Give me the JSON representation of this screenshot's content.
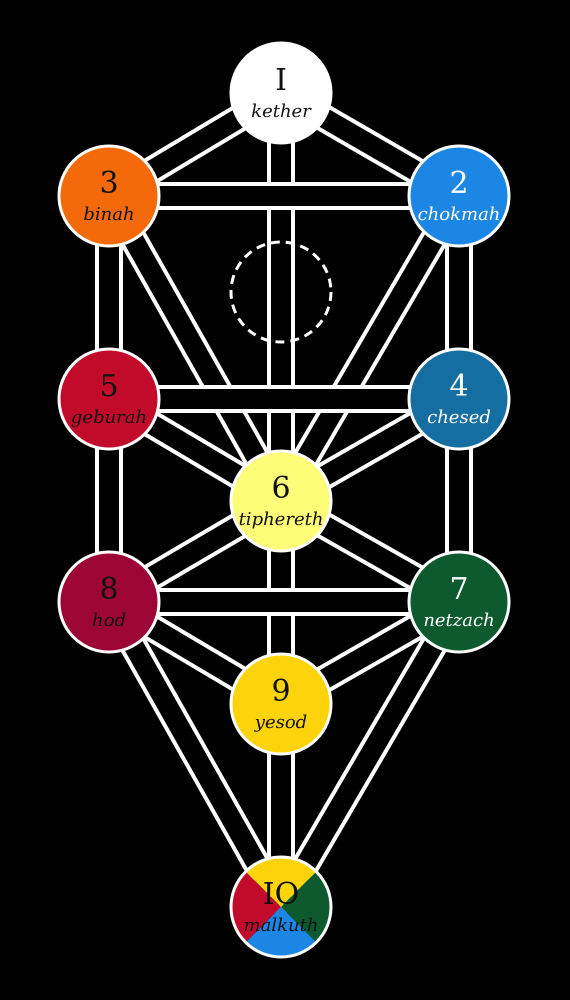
{
  "colors": {
    "background": "#000000",
    "path_stroke": "#ffffff",
    "kether": "#ffffff",
    "chokmah": "#1b86e3",
    "binah": "#f46a0a",
    "chesed": "#156ea1",
    "geburah": "#c20b2b",
    "tiphereth": "#fdfd78",
    "netzach": "#0c5a2e",
    "hod": "#9c0536",
    "yesod": "#fdd40c",
    "malkuth_citrine": "#fdd40c",
    "malkuth_olive": "#0c5a2e",
    "malkuth_russet": "#c20b2b",
    "malkuth_black": "#1b86e3"
  },
  "sephiroth": {
    "kether": {
      "number": "I",
      "name": "kether",
      "text_color": "#111111"
    },
    "chokmah": {
      "number": "2",
      "name": "chokmah",
      "text_color": "#ffffff"
    },
    "binah": {
      "number": "3",
      "name": "binah",
      "text_color": "#111111"
    },
    "chesed": {
      "number": "4",
      "name": "chesed",
      "text_color": "#ffffff"
    },
    "geburah": {
      "number": "5",
      "name": "geburah",
      "text_color": "#111111"
    },
    "tiphereth": {
      "number": "6",
      "name": "tiphereth",
      "text_color": "#111111"
    },
    "netzach": {
      "number": "7",
      "name": "netzach",
      "text_color": "#ffffff"
    },
    "hod": {
      "number": "8",
      "name": "hod",
      "text_color": "#111111"
    },
    "yesod": {
      "number": "9",
      "name": "yesod",
      "text_color": "#111111"
    },
    "malkuth": {
      "number": "IO",
      "name": "malkuth",
      "text_color": "#111111"
    }
  }
}
